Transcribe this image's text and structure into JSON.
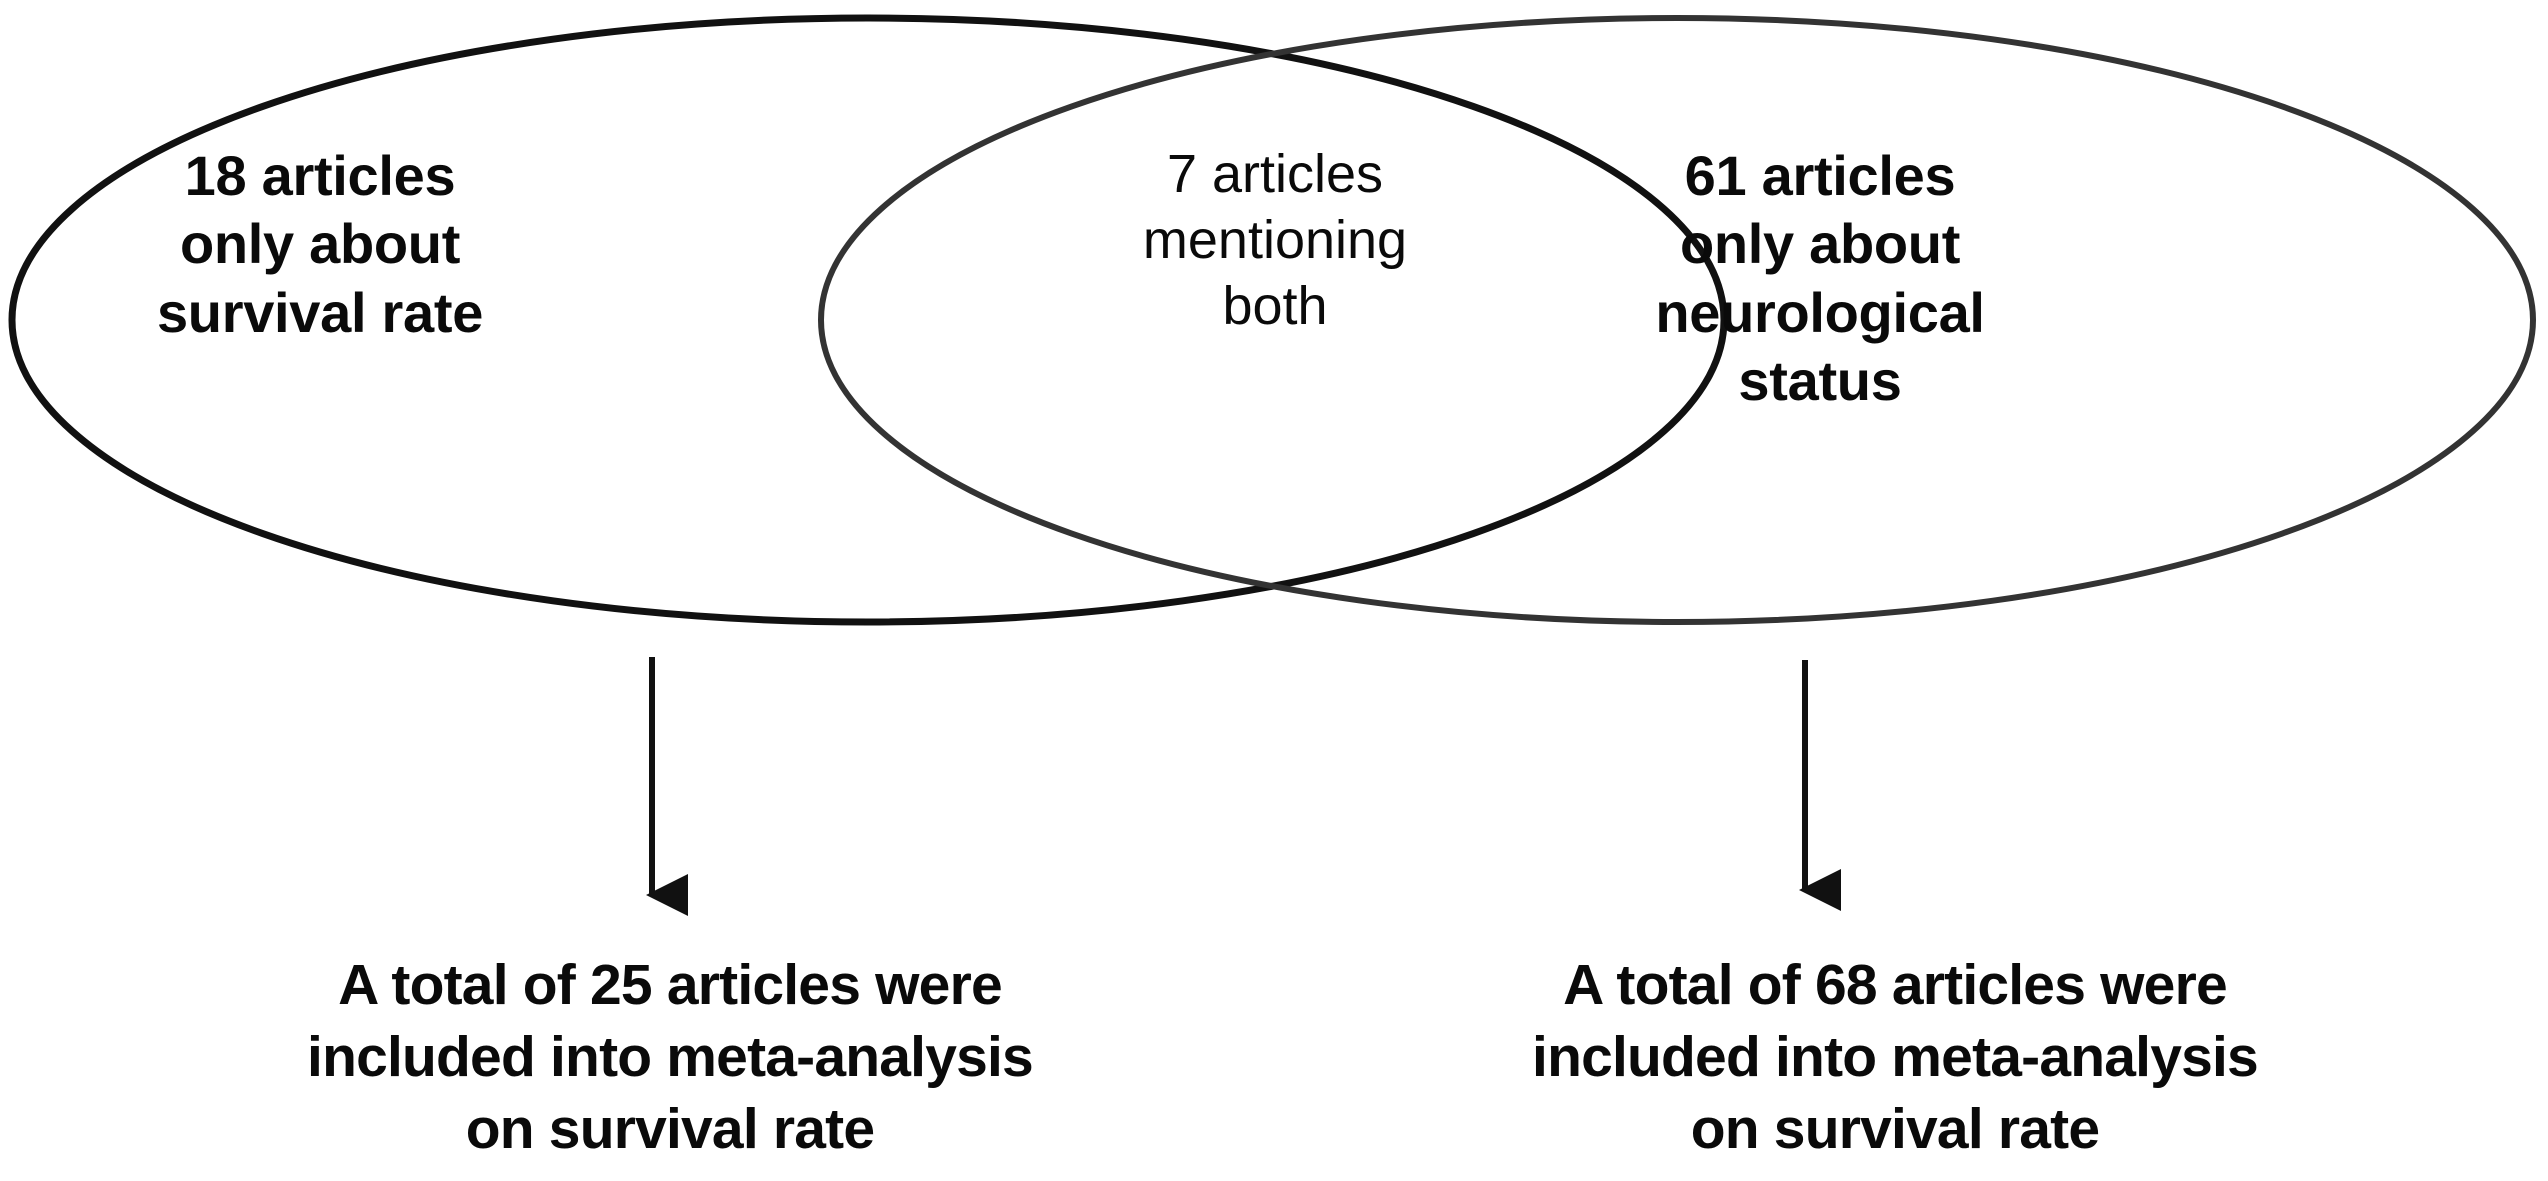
{
  "diagram": {
    "type": "venn-2-set",
    "background_color": "#ffffff",
    "stroke_color": "#111111",
    "text_color": "#0a0a0a",
    "sets": {
      "left": {
        "name": "survival-rate",
        "exclusive_count": 18,
        "label": "18 articles\nonly about\nsurvival rate"
      },
      "right": {
        "name": "neurological-status",
        "exclusive_count": 61,
        "label": "61 articles\nonly about\nneurological\nstatus"
      },
      "intersection": {
        "name": "both",
        "count": 7,
        "label": "7 articles\nmentioning\nboth"
      }
    },
    "outcomes": {
      "left": {
        "total": 25,
        "text": "A total of 25 articles were\nincluded into meta-analysis\non survival rate"
      },
      "right": {
        "total": 68,
        "text": "A total of 68 articles were\nincluded into meta-analysis\non survival rate"
      }
    },
    "connectors": [
      {
        "name": "arrow-left",
        "from": "left-ellipse-bottom",
        "to": "summary-left",
        "direction": "down"
      },
      {
        "name": "arrow-right",
        "from": "right-ellipse-bottom",
        "to": "summary-right",
        "direction": "down"
      }
    ]
  },
  "chart_data": {
    "type": "venn",
    "title": "",
    "categories": [
      "survival rate only",
      "both",
      "neurological status only"
    ],
    "values": [
      18,
      7,
      61
    ],
    "totals": {
      "survival_rate_meta_analysis": 25,
      "neurological_status_meta_analysis": 68
    },
    "legend": "none",
    "grid": false
  }
}
